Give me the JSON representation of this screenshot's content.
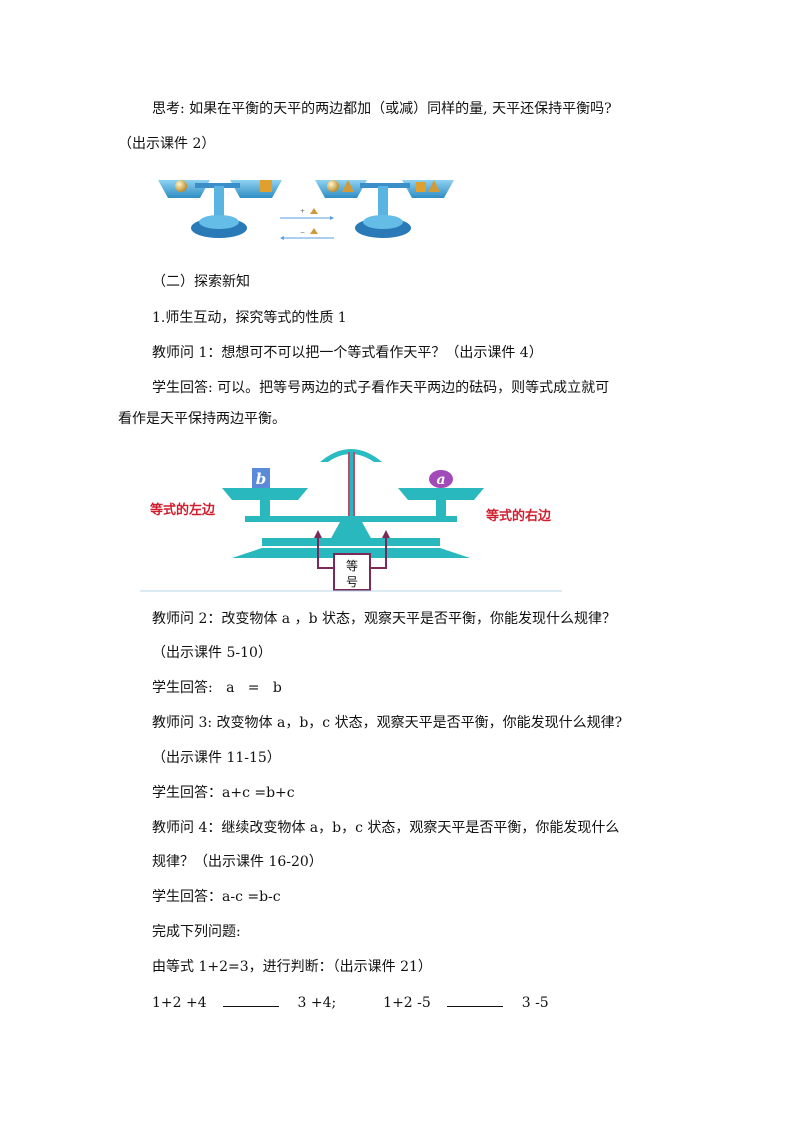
{
  "paragraphs": {
    "think_1": "思考: 如果在平衡的天平的两边都加（或减）同样的量, 天平还保持平衡吗?",
    "think_2": "（出示课件 2）",
    "section_title": "（二）探索新知",
    "item_1": "1.师生互动，探究等式的性质 1",
    "q1": "教师问 1：想想可不可以把一个等式看作天平？（出示课件 4）",
    "a1_line1": "学生回答: 可以。把等号两边的式子看作天平两边的砝码，则等式成立就可",
    "a1_line2": "看作是天平保持两边平衡。",
    "q2_line1": "教师问 2：改变物体 a ，b 状态，观察天平是否平衡，你能发现什么规律？",
    "q2_line2": "（出示课件 5-10）",
    "a2": "学生回答:   a   =   b",
    "q3_line1": "教师问 3: 改变物体 a，b，c 状态，观察天平是否平衡，你能发现什么规律?",
    "q3_line2": "（出示课件 11-15）",
    "a3": "学生回答：a+c =b+c",
    "q4_line1": "教师问 4：继续改变物体 a，b，c 状态，观察天平是否平衡，你能发现什么",
    "q4_line2": "规律？（出示课件 16-20）",
    "a4": "学生回答：a-c =b-c",
    "complete": "完成下列问题:",
    "judge": "由等式 1+2=3，进行判断：（出示课件 21）",
    "ex_left_1": "1+2 +4",
    "ex_right_1": "3 +4;",
    "ex_left_2": "1+2 -5",
    "ex_right_2": "3 -5"
  },
  "figure1": {
    "plus_label": "+",
    "minus_label": "−"
  },
  "figure2": {
    "left_block": "b",
    "right_block": "a",
    "left_side_label": "等式的左边",
    "right_side_label": "等式的右边",
    "equal_sign_label_1": "等",
    "equal_sign_label_2": "号"
  },
  "colors": {
    "scale_blue": "#3aa6d8",
    "scale_teal": "#2ab8bf",
    "label_red": "#d02030",
    "box_purple": "#7a2a58"
  }
}
